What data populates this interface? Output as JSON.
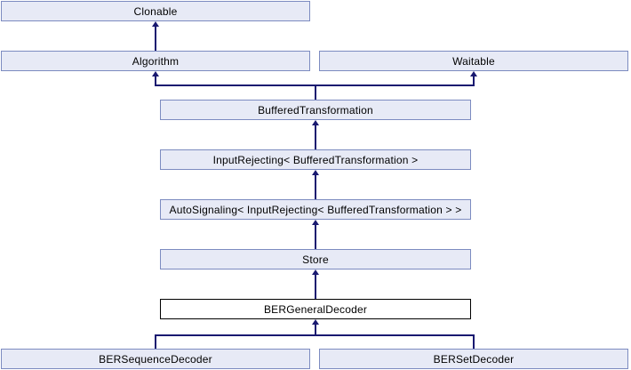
{
  "diagram": {
    "type": "class-inheritance-diagram",
    "current_class": "BERGeneralDecoder",
    "colors": {
      "node_fill": "#E7EAF6",
      "node_border": "#7C8BC0",
      "current_node_fill": "#FFFFFF",
      "current_node_border": "#000000",
      "edge": "#191970",
      "label_text": "#000000",
      "background": "#FFFFFF"
    },
    "nodes": [
      {
        "label": "Clonable"
      },
      {
        "label": "Algorithm"
      },
      {
        "label": "Waitable"
      },
      {
        "label": "BufferedTransformation"
      },
      {
        "label": "InputRejecting< BufferedTransformation >"
      },
      {
        "label": "AutoSignaling< InputRejecting< BufferedTransformation > >"
      },
      {
        "label": "Store"
      },
      {
        "label": "BERGeneralDecoder"
      },
      {
        "label": "BERSequenceDecoder"
      },
      {
        "label": "BERSetDecoder"
      }
    ],
    "edges": [
      {
        "from": "Algorithm",
        "to": "Clonable"
      },
      {
        "from": "BufferedTransformation",
        "to": "Algorithm"
      },
      {
        "from": "BufferedTransformation",
        "to": "Waitable"
      },
      {
        "from": "InputRejecting< BufferedTransformation >",
        "to": "BufferedTransformation"
      },
      {
        "from": "AutoSignaling< InputRejecting< BufferedTransformation > >",
        "to": "InputRejecting< BufferedTransformation >"
      },
      {
        "from": "Store",
        "to": "AutoSignaling< InputRejecting< BufferedTransformation > >"
      },
      {
        "from": "BERGeneralDecoder",
        "to": "Store"
      },
      {
        "from": "BERSequenceDecoder",
        "to": "BERGeneralDecoder"
      },
      {
        "from": "BERSetDecoder",
        "to": "BERGeneralDecoder"
      }
    ]
  }
}
